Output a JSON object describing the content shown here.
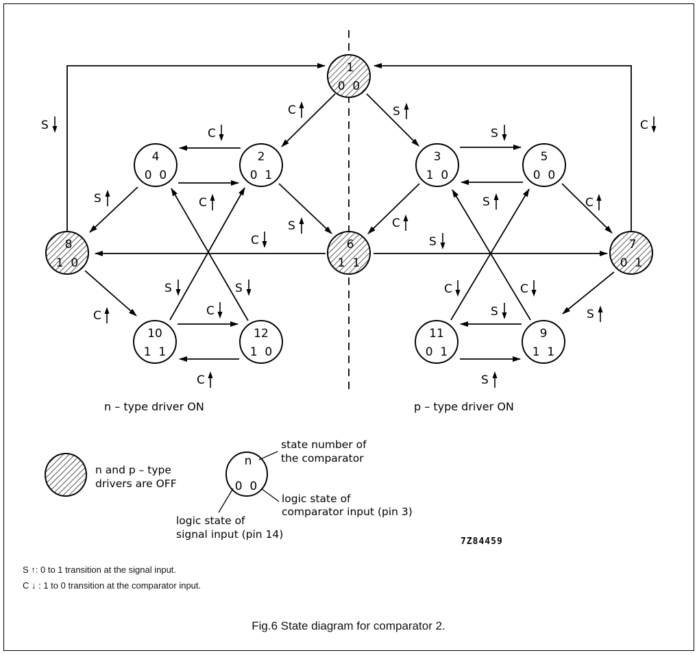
{
  "figure": {
    "caption": "Fig.6  State diagram for comparator 2.",
    "code": "7Z84459"
  },
  "regions": {
    "left": "n – type driver ON",
    "right": "p – type driver ON"
  },
  "nodes": [
    {
      "id": "1",
      "bits": "0  0",
      "off": true
    },
    {
      "id": "2",
      "bits": "0  1",
      "off": false
    },
    {
      "id": "3",
      "bits": "1  0",
      "off": false
    },
    {
      "id": "4",
      "bits": "0  0",
      "off": false
    },
    {
      "id": "5",
      "bits": "0  0",
      "off": false
    },
    {
      "id": "6",
      "bits": "1  1",
      "off": true
    },
    {
      "id": "7",
      "bits": "0  1",
      "off": true
    },
    {
      "id": "8",
      "bits": "1  0",
      "off": true
    },
    {
      "id": "9",
      "bits": "1  1",
      "off": false
    },
    {
      "id": "10",
      "bits": "1  1",
      "off": false
    },
    {
      "id": "11",
      "bits": "0  1",
      "off": false
    },
    {
      "id": "12",
      "bits": "1  0",
      "off": false
    }
  ],
  "edges": [
    {
      "from": "8",
      "to": "1",
      "label": "S",
      "dir": "down"
    },
    {
      "from": "7",
      "to": "1",
      "label": "C",
      "dir": "down"
    },
    {
      "from": "1",
      "to": "2",
      "label": "C",
      "dir": "up"
    },
    {
      "from": "1",
      "to": "3",
      "label": "S",
      "dir": "up"
    },
    {
      "from": "2",
      "to": "4",
      "label": "C",
      "dir": "down"
    },
    {
      "from": "4",
      "to": "2",
      "label": "C",
      "dir": "up"
    },
    {
      "from": "3",
      "to": "5",
      "label": "S",
      "dir": "down"
    },
    {
      "from": "5",
      "to": "3",
      "label": "S",
      "dir": "up"
    },
    {
      "from": "4",
      "to": "8",
      "label": "S",
      "dir": "up"
    },
    {
      "from": "2",
      "to": "6",
      "label": "S",
      "dir": "up"
    },
    {
      "from": "3",
      "to": "6",
      "label": "C",
      "dir": "up"
    },
    {
      "from": "5",
      "to": "7",
      "label": "C",
      "dir": "up"
    },
    {
      "from": "6",
      "to": "8",
      "label": "C",
      "dir": "down"
    },
    {
      "from": "6",
      "to": "7",
      "label": "S",
      "dir": "down"
    },
    {
      "from": "8",
      "to": "10",
      "label": "C",
      "dir": "up"
    },
    {
      "from": "7",
      "to": "9",
      "label": "S",
      "dir": "up"
    },
    {
      "from": "10",
      "to": "2",
      "label": "S",
      "dir": "down"
    },
    {
      "from": "12",
      "to": "4",
      "label": "S",
      "dir": "down"
    },
    {
      "from": "11",
      "to": "5",
      "label": "C",
      "dir": "down"
    },
    {
      "from": "9",
      "to": "3",
      "label": "C",
      "dir": "down"
    },
    {
      "from": "10",
      "to": "12",
      "label": "C",
      "dir": "down"
    },
    {
      "from": "12",
      "to": "10",
      "label": "C",
      "dir": "up"
    },
    {
      "from": "9",
      "to": "11",
      "label": "S",
      "dir": "down"
    },
    {
      "from": "11",
      "to": "9",
      "label": "S",
      "dir": "up"
    }
  ],
  "legend": {
    "off_label_line1": "n and p – type",
    "off_label_line2": "drivers are OFF",
    "sample_num": "n",
    "sample_bits": "0  0",
    "state_number_line1": "state number of",
    "state_number_line2": "the comparator",
    "comparator_line1": "logic state of",
    "comparator_line2": "comparator input (pin 3)",
    "signal_line1": "logic state of",
    "signal_line2": "signal input (pin 14)"
  },
  "notes": {
    "s_up": "S ↑: 0 to 1 transition at the signal input.",
    "c_down": "C ↓ : 1 to 0 transition at the comparator input."
  }
}
